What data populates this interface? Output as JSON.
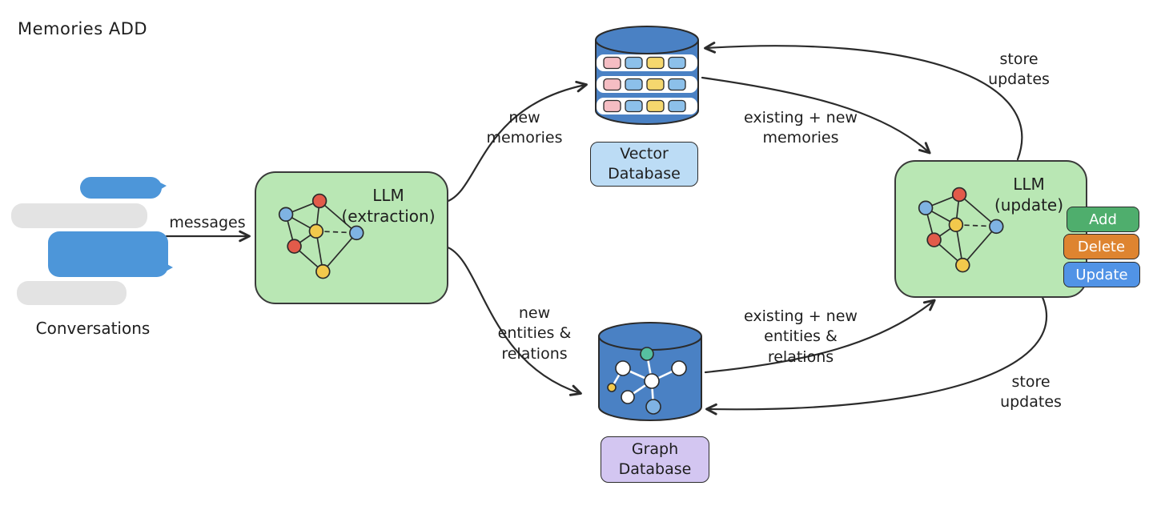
{
  "title": "Memories ADD",
  "conversations": {
    "label": "Conversations"
  },
  "nodes": {
    "llm_extraction": {
      "label": "LLM\n(extraction)"
    },
    "llm_update": {
      "label": "LLM\n(update)"
    },
    "vector_db": {
      "label": "Vector\nDatabase"
    },
    "graph_db": {
      "label": "Graph\nDatabase"
    }
  },
  "edges": {
    "messages": {
      "label": "messages"
    },
    "new_memories": {
      "label": "new\nmemories"
    },
    "new_entities": {
      "label": "new\nentities &\nrelations"
    },
    "existing_memories": {
      "label": "existing + new\nmemories"
    },
    "existing_entities": {
      "label": "existing + new\nentities &\nrelations"
    },
    "store_updates_top": {
      "label": "store\nupdates"
    },
    "store_updates_bottom": {
      "label": "store\nupdates"
    }
  },
  "actions": {
    "add": {
      "label": "Add",
      "color": "#4fae6d"
    },
    "delete": {
      "label": "Delete",
      "color": "#de8430"
    },
    "update": {
      "label": "Update",
      "color": "#5193e6"
    }
  },
  "colors": {
    "chat_blue": "#4d96d9",
    "chat_gray": "#e3e3e3",
    "llm_box_green": "#b9e7b4",
    "db_blue": "#4a81c4",
    "vector_label_bg": "#bcdcf5",
    "graph_label_bg": "#d3c6f1",
    "cell_pink": "#f5bdc3",
    "cell_blue": "#8cc0ea",
    "cell_yellow": "#f5d76e",
    "graph_node_teal": "#56bfa0",
    "graph_node_blue": "#7fb3e3",
    "net_node_red": "#e25b4a",
    "net_node_yellow": "#f2c94c",
    "net_node_blue": "#7fb3e3",
    "arrow": "#2b2b2b",
    "text": "#1e1e1e"
  }
}
